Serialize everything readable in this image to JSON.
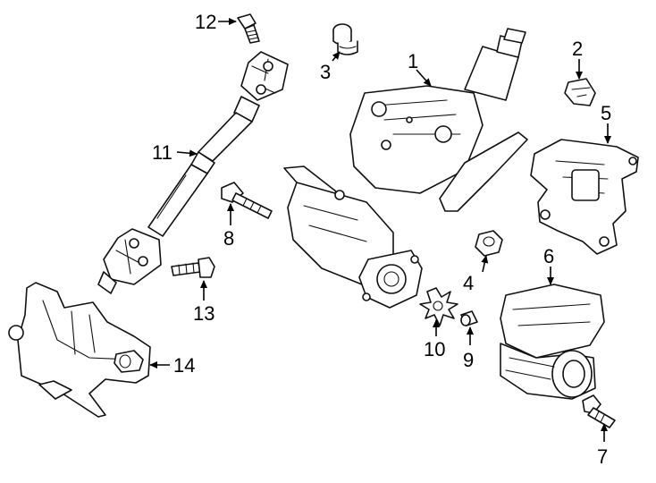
{
  "callouts": [
    {
      "number": "1"
    },
    {
      "number": "2"
    },
    {
      "number": "3"
    },
    {
      "number": "4"
    },
    {
      "number": "5"
    },
    {
      "number": "6"
    },
    {
      "number": "7"
    },
    {
      "number": "8"
    },
    {
      "number": "9"
    },
    {
      "number": "10"
    },
    {
      "number": "11"
    },
    {
      "number": "12"
    },
    {
      "number": "13"
    },
    {
      "number": "14"
    }
  ],
  "colors": {
    "line": "#111111",
    "background": "#ffffff"
  }
}
